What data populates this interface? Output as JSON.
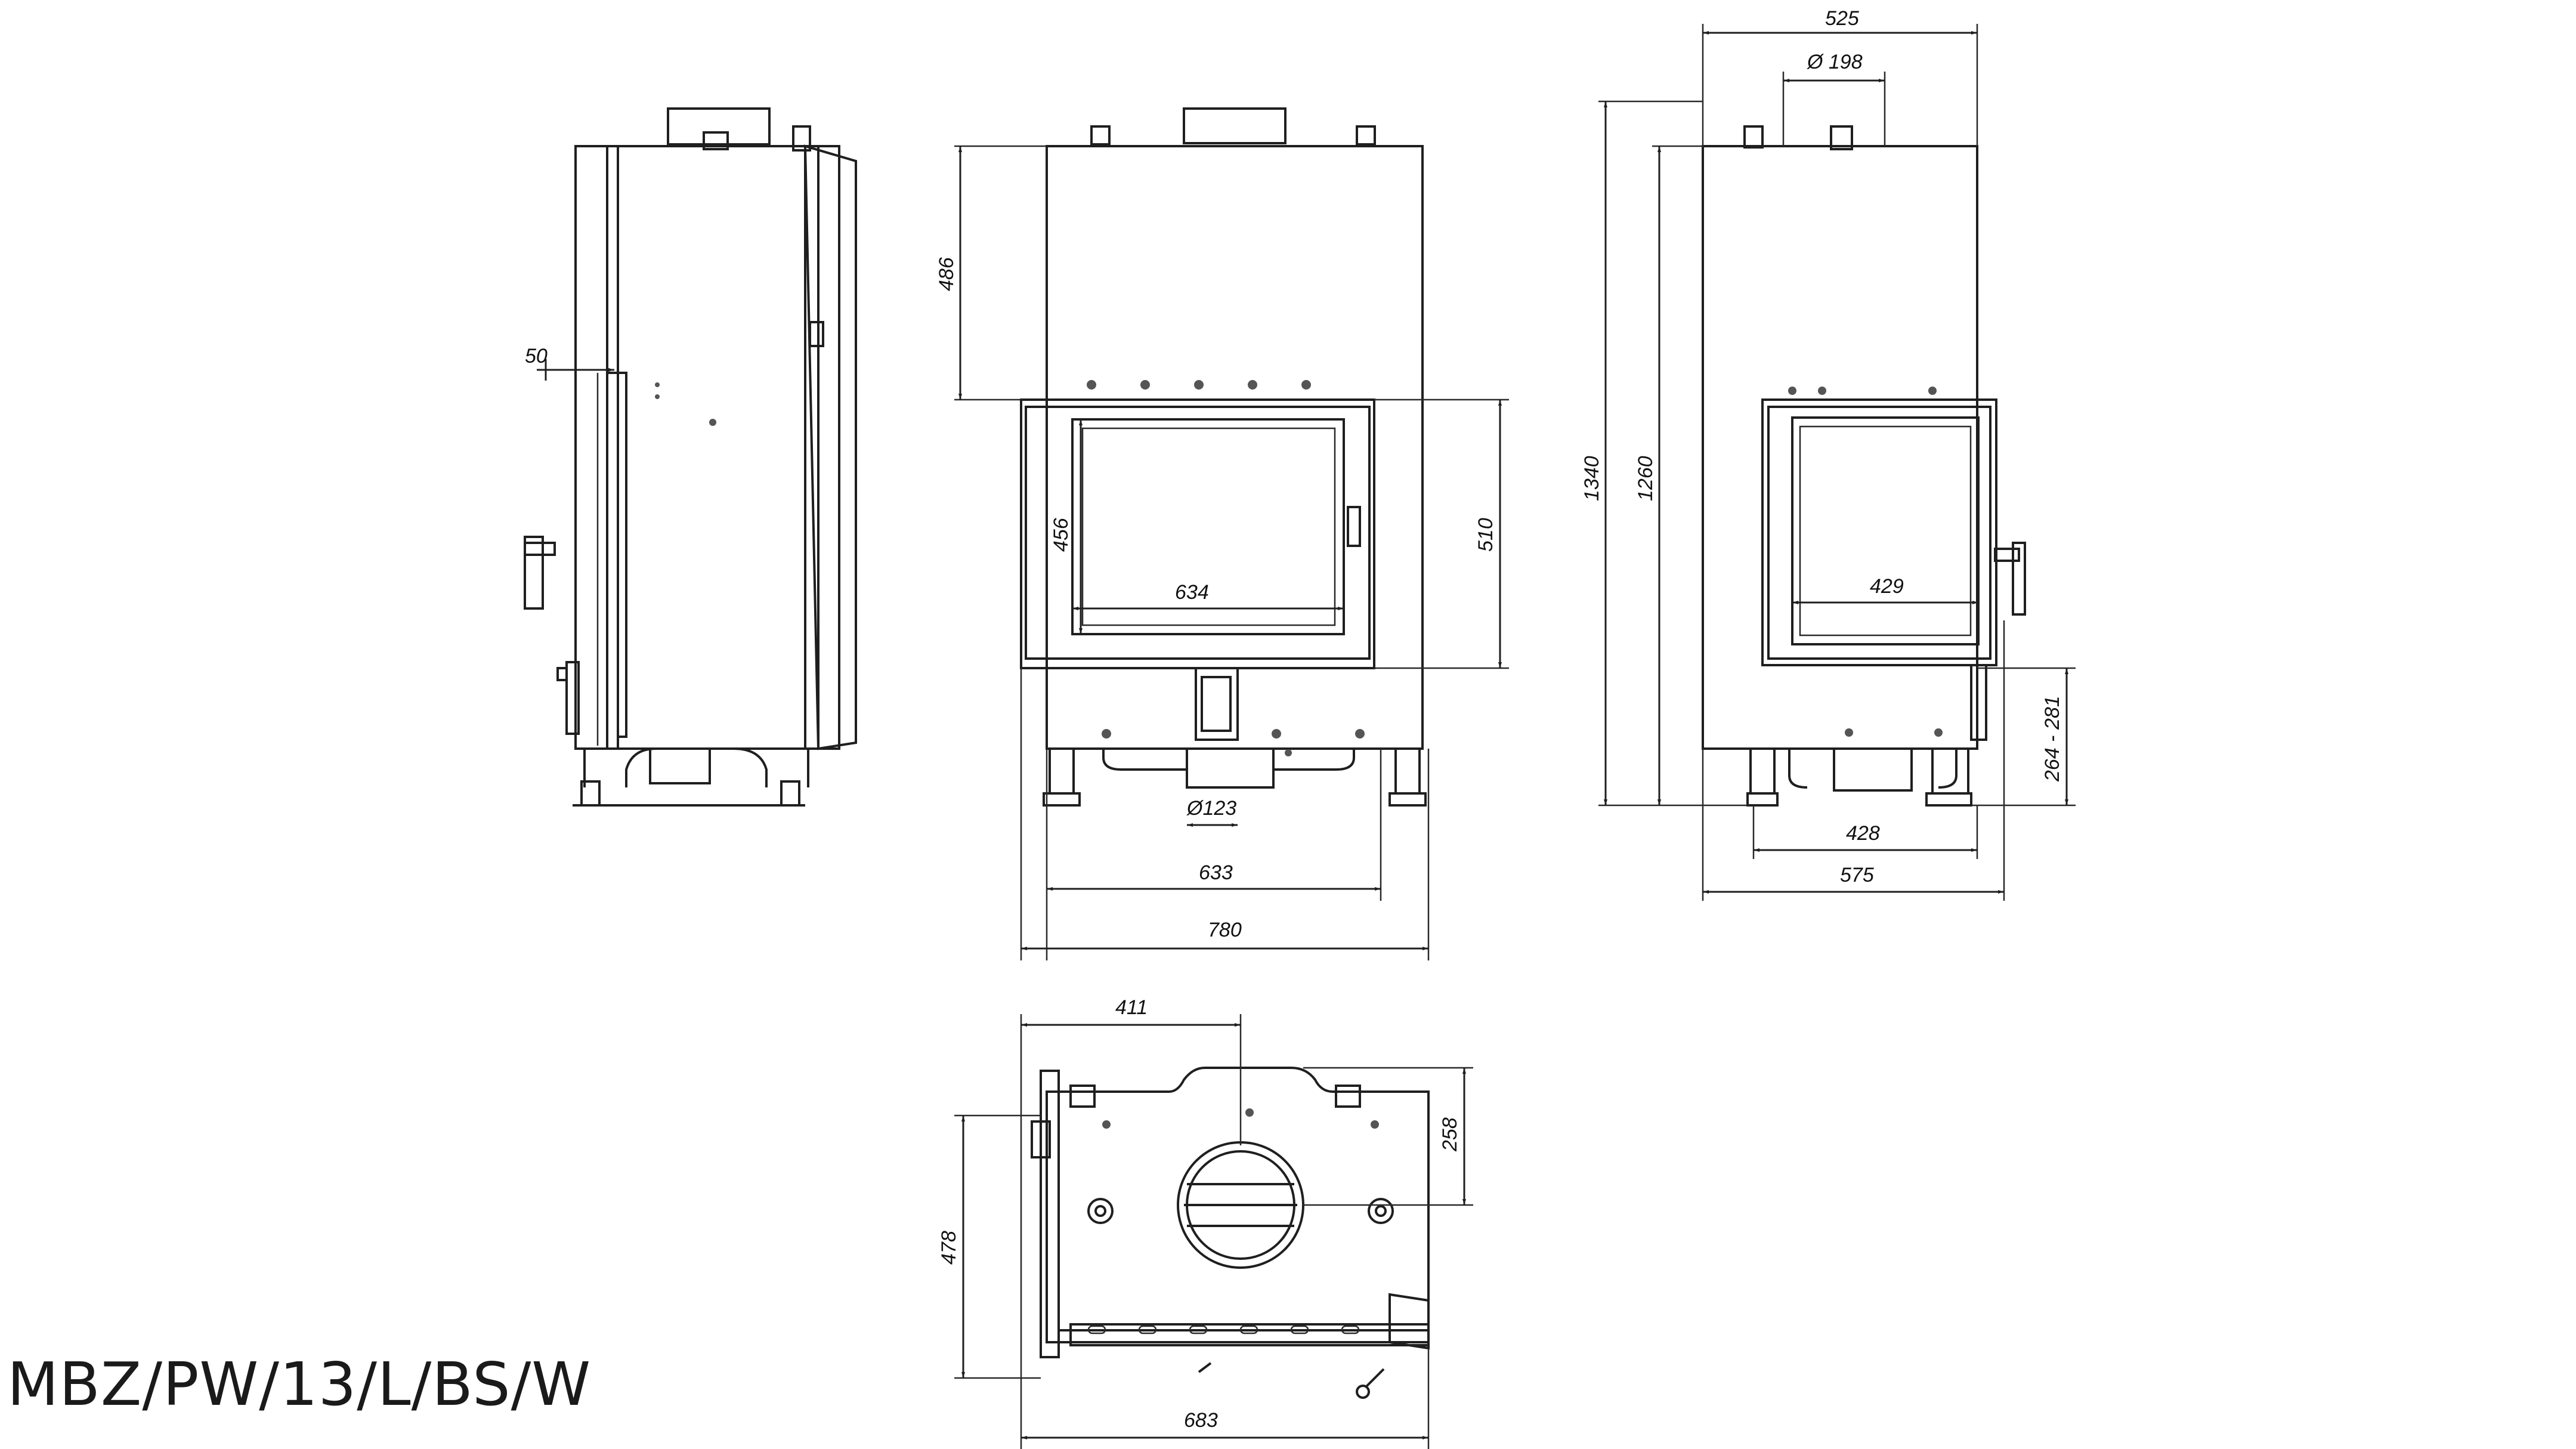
{
  "model_code": "MBZ/PW/13/L/BS/W",
  "dimensions": {
    "side_offset": "50",
    "front_upper_height": "486",
    "front_glass_height": "456",
    "front_glass_width": "634",
    "front_door_height": "510",
    "front_flue_diameter": "Ø123",
    "front_feet_width": "633",
    "front_total_width": "780",
    "right_top_width": "525",
    "right_flue_diameter": "Ø 198",
    "right_total_height": "1340",
    "right_body_height": "1260",
    "right_glass_width": "429",
    "right_leg_height": "264 - 281",
    "right_feet_width": "428",
    "right_total_width": "575",
    "top_flue_offset": "411",
    "top_flue_depth": "258",
    "top_depth": "478",
    "top_width": "683"
  }
}
